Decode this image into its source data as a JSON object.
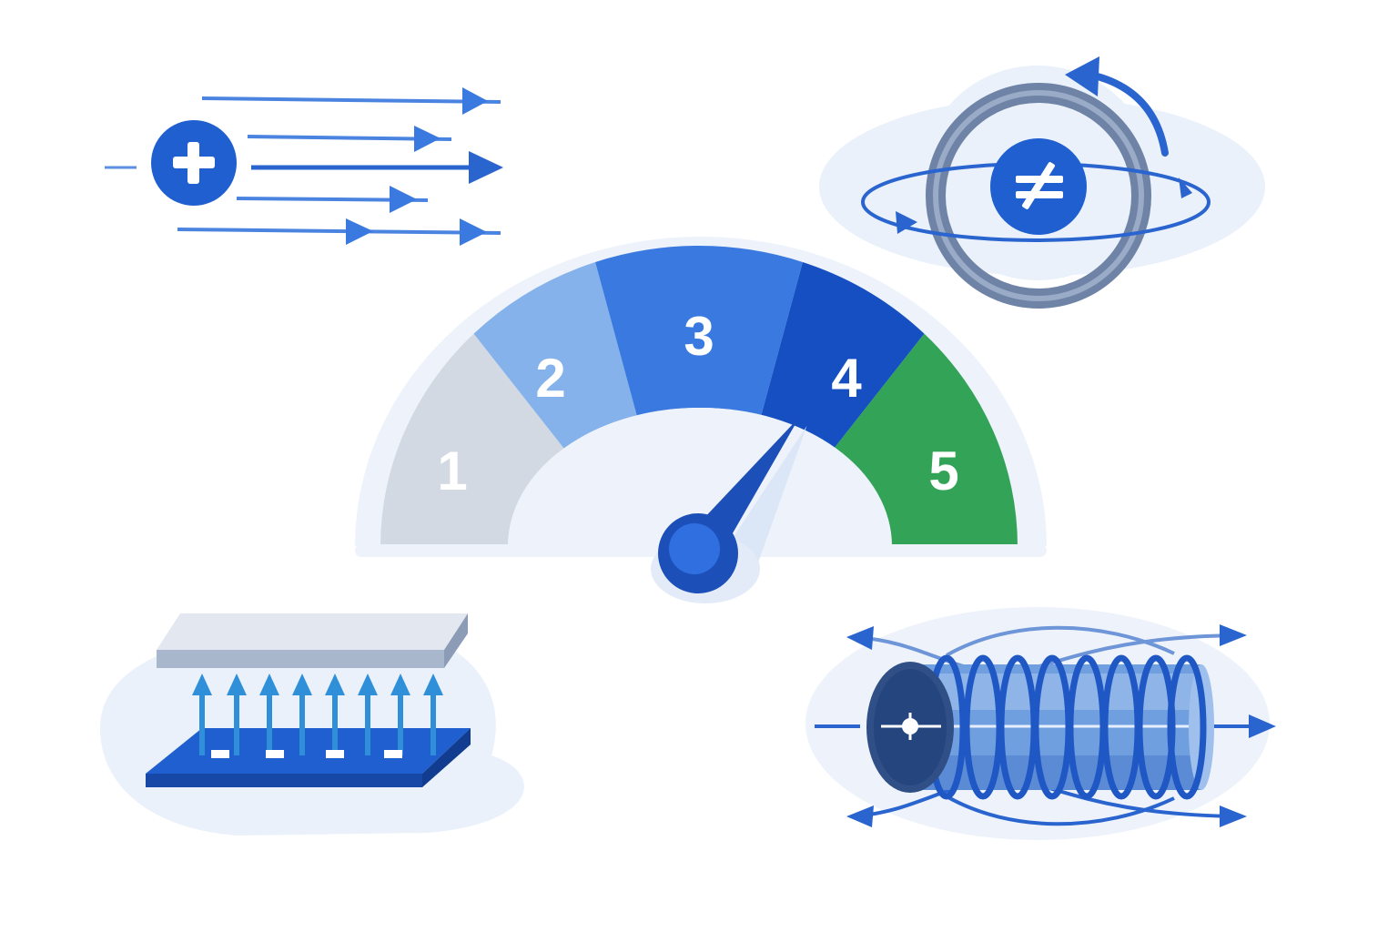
{
  "gauge": {
    "segments": [
      {
        "label": "1",
        "color": "#d3d9e3"
      },
      {
        "label": "2",
        "color": "#86b2ec"
      },
      {
        "label": "3",
        "color": "#3a7ae0"
      },
      {
        "label": "4",
        "color": "#164fc2"
      },
      {
        "label": "5",
        "color": "#33a357"
      }
    ],
    "value": 4
  },
  "colors": {
    "primary": "#1f5fcf",
    "light_blue": "#7aa6e6",
    "halo": "#eaf1fb",
    "green": "#33a357",
    "grey": "#a9b7cc"
  },
  "icons": {
    "charge": "plus-icon",
    "atom_symbol": "not-equal-icon",
    "plate_charge": "minus-icon",
    "solenoid_core": "minus-plus-icon"
  }
}
